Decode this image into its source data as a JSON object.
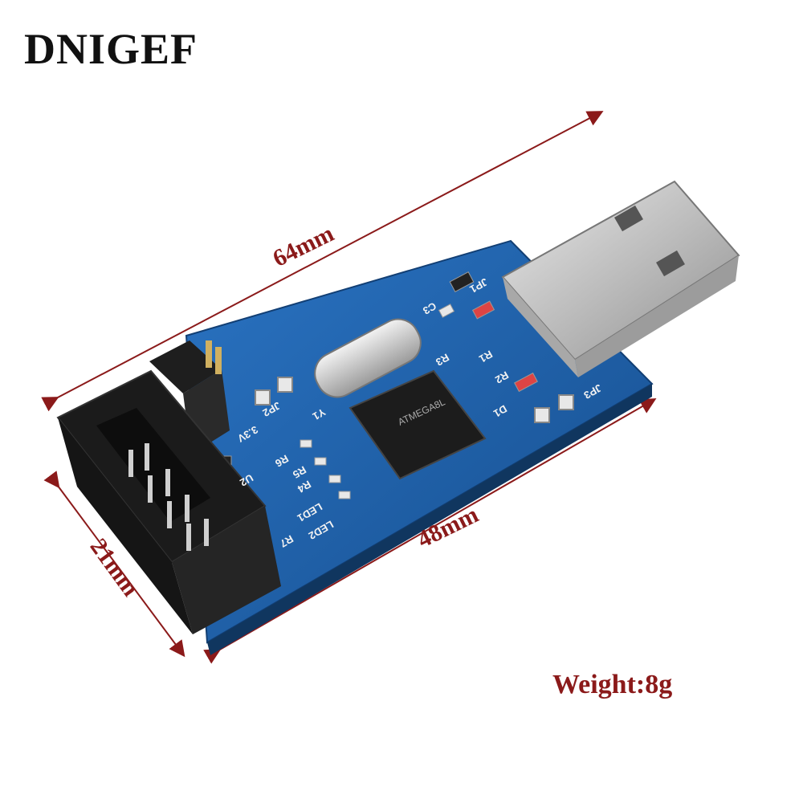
{
  "brand": "DNIGEF",
  "dimensions": {
    "overall_length": "64mm",
    "board_length": "48mm",
    "width": "21mm"
  },
  "weight": "Weight:8g",
  "board_labels": {
    "chip": "ATMEGA8L",
    "jp1": "JP1",
    "jp2": "JP2",
    "jp3": "JP3",
    "c3": "C3",
    "r1": "R1",
    "r2": "R2",
    "r3": "R3",
    "r4": "R4",
    "r5": "R5",
    "r6": "R6",
    "r7": "R7",
    "led1": "LED1",
    "led2": "LED2",
    "d1": "D1",
    "u2": "U2",
    "y1": "Y1",
    "v33": "3.3V"
  },
  "colors": {
    "board": "#1b5fa8",
    "arrow": "#8b1a1a",
    "connector": "#1a1a1a",
    "usb_metal": "#c9c9c9"
  }
}
